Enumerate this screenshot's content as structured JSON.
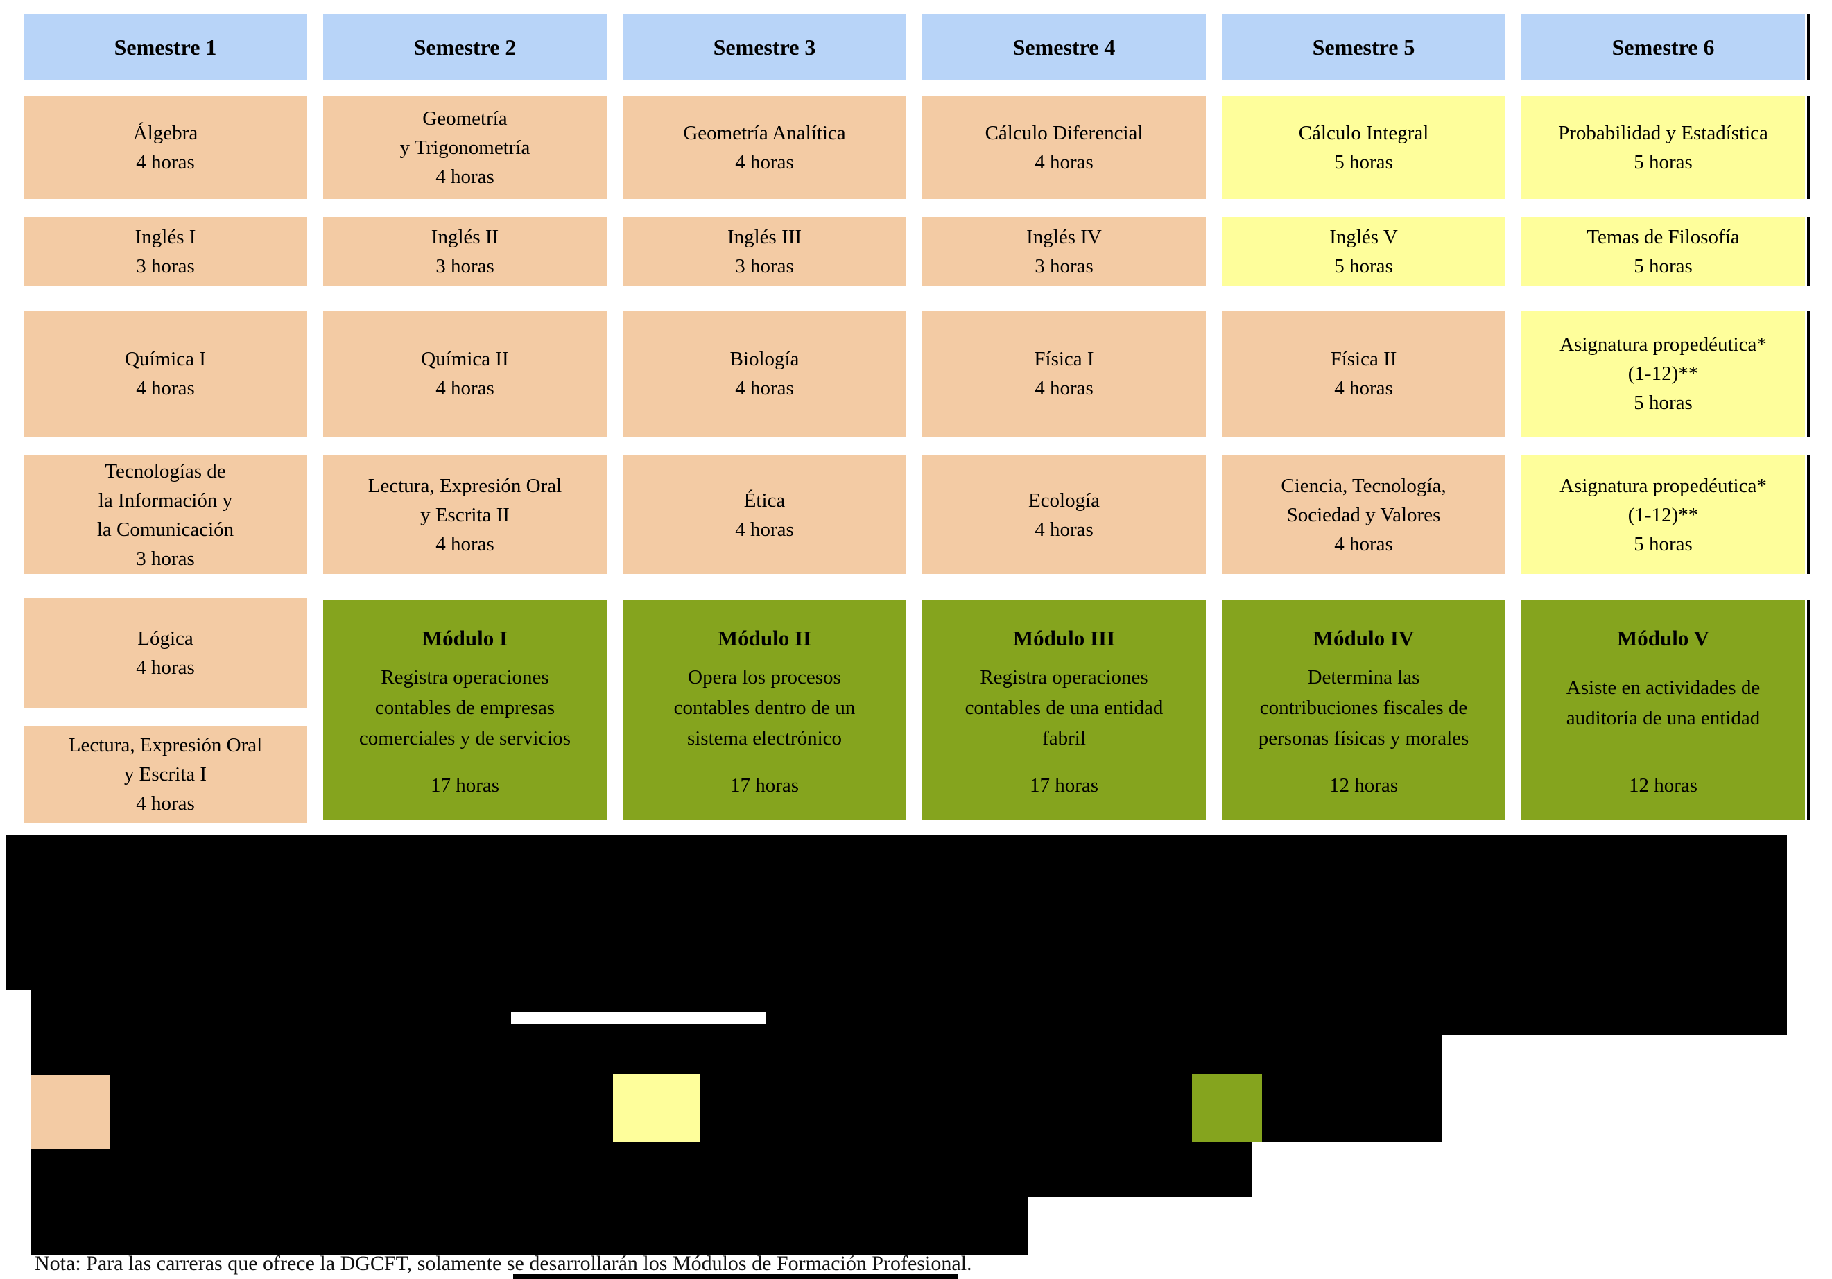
{
  "document_type": "curriculum-map",
  "colors": {
    "header": "#B8D4F8",
    "basic": "#F3CBA4",
    "propedeutic": "#FEFE9B",
    "professional": "#85A41E",
    "redaction": "#000000"
  },
  "columns": [
    {
      "header": "Semestre 1",
      "cells": [
        {
          "row": "r1",
          "type": "basic",
          "lines": [
            "Álgebra",
            "4 horas"
          ]
        },
        {
          "row": "r2",
          "type": "basic",
          "lines": [
            "Inglés I",
            "3 horas"
          ]
        },
        {
          "row": "r3",
          "type": "basic",
          "lines": [
            "Química I",
            "4 horas"
          ]
        },
        {
          "row": "r4",
          "type": "basic",
          "lines": [
            "Tecnologías de",
            "la Información y",
            "la Comunicación",
            "3 horas"
          ]
        },
        {
          "row": "r5a",
          "type": "basic",
          "lines": [
            "Lógica",
            "4 horas"
          ]
        },
        {
          "row": "r5b",
          "type": "basic",
          "lines": [
            "Lectura, Expresión Oral",
            "y Escrita I",
            "4 horas"
          ]
        }
      ]
    },
    {
      "header": "Semestre 2",
      "cells": [
        {
          "row": "r1",
          "type": "basic",
          "lines": [
            "Geometría",
            "y Trigonometría",
            "4 horas"
          ]
        },
        {
          "row": "r2",
          "type": "basic",
          "lines": [
            "Inglés II",
            "3 horas"
          ]
        },
        {
          "row": "r3",
          "type": "basic",
          "lines": [
            "Química II",
            "4 horas"
          ]
        },
        {
          "row": "r4",
          "type": "basic",
          "lines": [
            "Lectura, Expresión Oral",
            "y Escrita II",
            "4 horas"
          ]
        }
      ],
      "module": {
        "title": "Módulo I",
        "lines": [
          "Registra operaciones",
          "contables de empresas",
          "comerciales y de servicios"
        ],
        "hours": "17 horas"
      }
    },
    {
      "header": "Semestre 3",
      "cells": [
        {
          "row": "r1",
          "type": "basic",
          "lines": [
            "Geometría Analítica",
            "4 horas"
          ]
        },
        {
          "row": "r2",
          "type": "basic",
          "lines": [
            "Inglés III",
            "3 horas"
          ]
        },
        {
          "row": "r3",
          "type": "basic",
          "lines": [
            "Biología",
            "4 horas"
          ]
        },
        {
          "row": "r4",
          "type": "basic",
          "lines": [
            "Ética",
            "4 horas"
          ]
        }
      ],
      "module": {
        "title": "Módulo II",
        "lines": [
          "Opera los procesos",
          "contables dentro de un",
          "sistema electrónico"
        ],
        "hours": "17 horas"
      }
    },
    {
      "header": "Semestre 4",
      "cells": [
        {
          "row": "r1",
          "type": "basic",
          "lines": [
            "Cálculo Diferencial",
            "4 horas"
          ]
        },
        {
          "row": "r2",
          "type": "basic",
          "lines": [
            "Inglés IV",
            "3 horas"
          ]
        },
        {
          "row": "r3",
          "type": "basic",
          "lines": [
            "Física I",
            "4 horas"
          ]
        },
        {
          "row": "r4",
          "type": "basic",
          "lines": [
            "Ecología",
            "4 horas"
          ]
        }
      ],
      "module": {
        "title": "Módulo III",
        "lines": [
          "Registra operaciones",
          "contables de una entidad",
          "fabril"
        ],
        "hours": "17 horas"
      }
    },
    {
      "header": "Semestre 5",
      "cells": [
        {
          "row": "r1",
          "type": "propedeutic",
          "lines": [
            "Cálculo Integral",
            "5 horas"
          ]
        },
        {
          "row": "r2",
          "type": "propedeutic",
          "lines": [
            "Inglés V",
            "5 horas"
          ]
        },
        {
          "row": "r3",
          "type": "basic",
          "lines": [
            "Física II",
            "4 horas"
          ]
        },
        {
          "row": "r4",
          "type": "basic",
          "lines": [
            "Ciencia, Tecnología,",
            "Sociedad y Valores",
            "4 horas"
          ]
        }
      ],
      "module": {
        "title": "Módulo IV",
        "lines": [
          "Determina las",
          "contribuciones fiscales de",
          "personas físicas y morales"
        ],
        "hours": "12 horas"
      }
    },
    {
      "header": "Semestre 6",
      "cells": [
        {
          "row": "r1",
          "type": "propedeutic",
          "lines": [
            "Probabilidad y Estadística",
            "5 horas"
          ]
        },
        {
          "row": "r2",
          "type": "propedeutic",
          "lines": [
            "Temas de Filosofía",
            "5 horas"
          ]
        },
        {
          "row": "r3",
          "type": "propedeutic",
          "lines": [
            "Asignatura propedéutica*",
            "(1-12)**",
            "5 horas"
          ]
        },
        {
          "row": "r4",
          "type": "propedeutic",
          "lines": [
            "Asignatura propedéutica*",
            "(1-12)**",
            "5 horas"
          ]
        }
      ],
      "module": {
        "title": "Módulo V",
        "lines": [
          "Asiste en actividades de",
          "auditoría de una entidad"
        ],
        "hours": "12 horas"
      }
    }
  ],
  "legend": [
    {
      "name": "formacion-basica",
      "color": "#F3CBA4"
    },
    {
      "name": "formacion-propedeutica",
      "color": "#FEFE9B"
    },
    {
      "name": "formacion-profesional",
      "color": "#85A41E"
    }
  ],
  "note": "Nota: Para las carreras que ofrece la DGCFT, solamente se desarrollarán los Módulos de Formación Profesional."
}
